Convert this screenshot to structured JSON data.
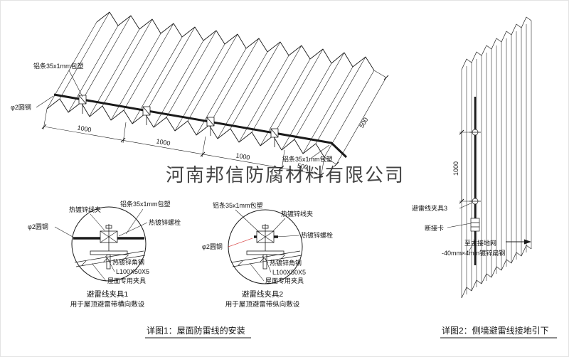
{
  "watermark": {
    "text": "河南邦信防腐材料有限公司"
  },
  "colors": {
    "line": "#1a1a1a",
    "red": "#cc1111",
    "watermark": "#9e9e9e"
  },
  "roof": {
    "labels": {
      "strip_top": "铝条35x1mm包塑",
      "round_steel": "φ2圆钢",
      "strip_right": "铝条35x1mm包塑"
    },
    "dims": [
      "1000",
      "1000",
      "1000",
      "500"
    ],
    "dim_side": "500"
  },
  "detail1": {
    "labels": {
      "clip": "热镀锌线夹",
      "strip": "铝条35x1mm包塑",
      "bolt": "热镀锌螺栓",
      "round_steel": "φ2圆钢",
      "angle": "热镀锌角钢",
      "angle_size": "L100X50X5",
      "fixture": "屋面专用夹具"
    },
    "title": "避雷线夹具1",
    "subtitle": "用于屋顶避雷带横向敷设"
  },
  "detail2": {
    "labels": {
      "strip": "铝条35x1mm包塑",
      "clip": "热镀锌线夹",
      "bolt": "热镀锌螺栓",
      "round_steel": "φ2圆钢",
      "angle": "热镀锌角钢",
      "angle_size": "L100X50X5",
      "fixture": "屋面专用夹具"
    },
    "title": "避雷线夹具2",
    "subtitle": "用于屋顶避雷带纵向敷设"
  },
  "wall": {
    "labels": {
      "clamp": "避雷线夹具3",
      "disconnect": "断接卡",
      "to_ground": "至主接地网",
      "flat_steel": "-40mm×4mm镀锌扁钢"
    },
    "dim": "1000"
  },
  "captions": {
    "fig1": "详图1：屋面防雷线的安装",
    "fig2": "详图2：侧墙避雷线接地引下"
  }
}
